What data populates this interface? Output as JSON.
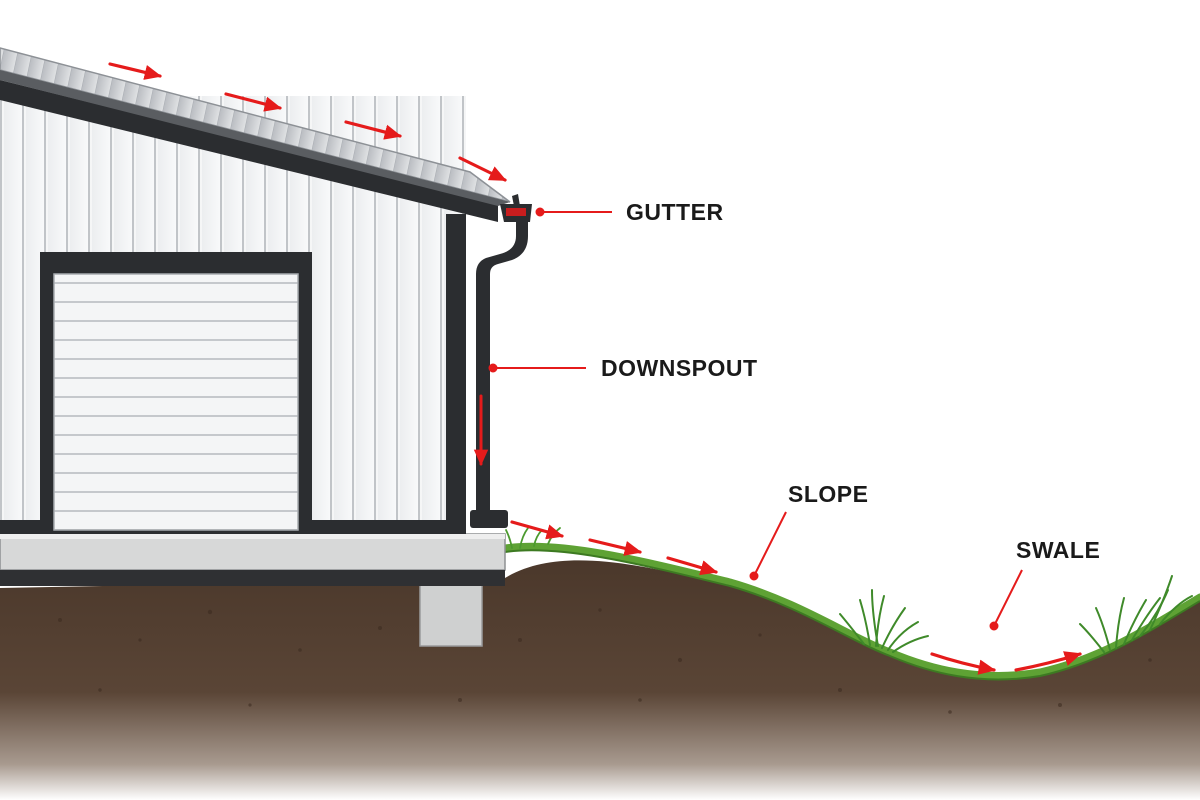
{
  "diagram": {
    "labels": {
      "gutter": "GUTTER",
      "downspout": "DOWNSPOUT",
      "slope": "SLOPE",
      "swale": "SWALE"
    },
    "colors": {
      "flow_arrow": "#e51b1b",
      "siding": "#f3f4f5",
      "trim": "#2b2d30",
      "roof": "#c9ccd0",
      "soil": "#4a382c",
      "grass": "#4f9a2e",
      "concrete": "#cfd0d0"
    },
    "icons": [
      "flow-arrow-icon",
      "leader-line-icon",
      "grass-tuft-icon"
    ]
  }
}
